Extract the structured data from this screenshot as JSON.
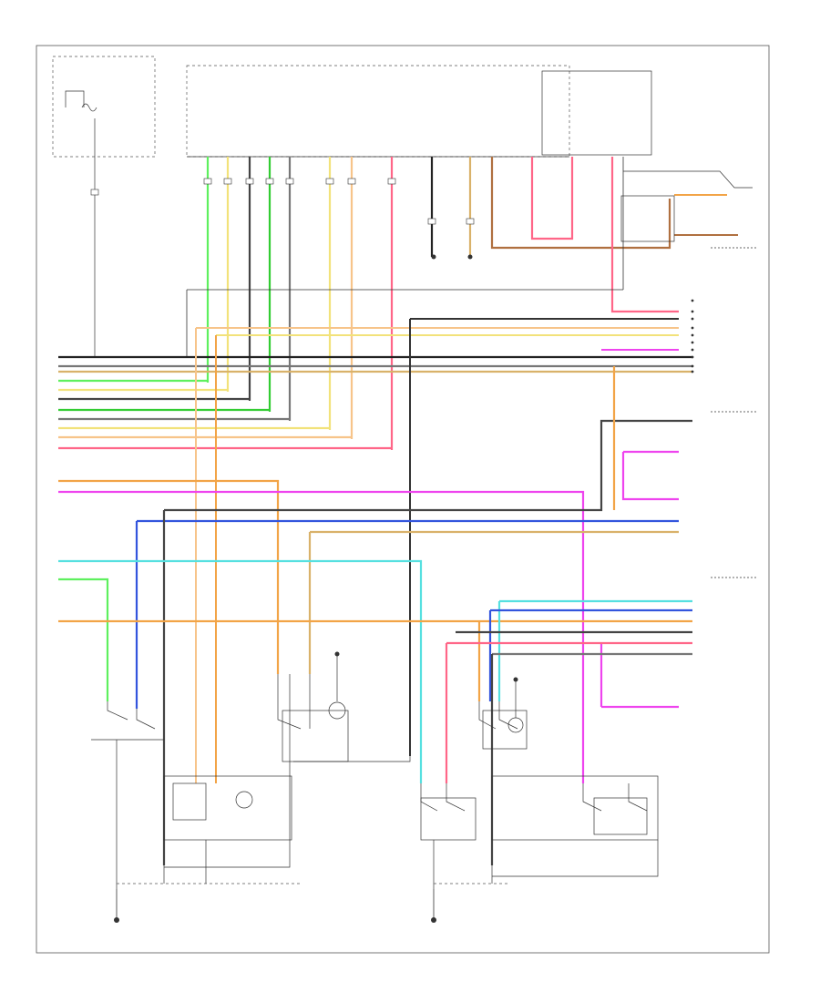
{
  "diagram": {
    "footer_code": "",
    "background": "#ffffff",
    "wire_colors": {
      "black": "#222222",
      "gray": "#777777",
      "light_green": "#5ef05e",
      "green": "#33cc33",
      "tan": "#d9b26a",
      "light_orange": "#f7c48a",
      "orange": "#f2a447",
      "yellow": "#f2e27a",
      "pink": "#ff6688",
      "magenta": "#ee44ee",
      "blue": "#3355dd",
      "cyan": "#55e0e0",
      "brown": "#b07040",
      "dark_gray": "#444444"
    },
    "components": [
      "instrument-panel-fuse-block",
      "body-control-module",
      "driver-door-switch-assembly",
      "passenger-door-switch-assembly",
      "driver-window-motor",
      "passenger-window-motor",
      "rear-window-motor-left",
      "rear-window-motor-right",
      "ground-left",
      "ground-right"
    ]
  }
}
